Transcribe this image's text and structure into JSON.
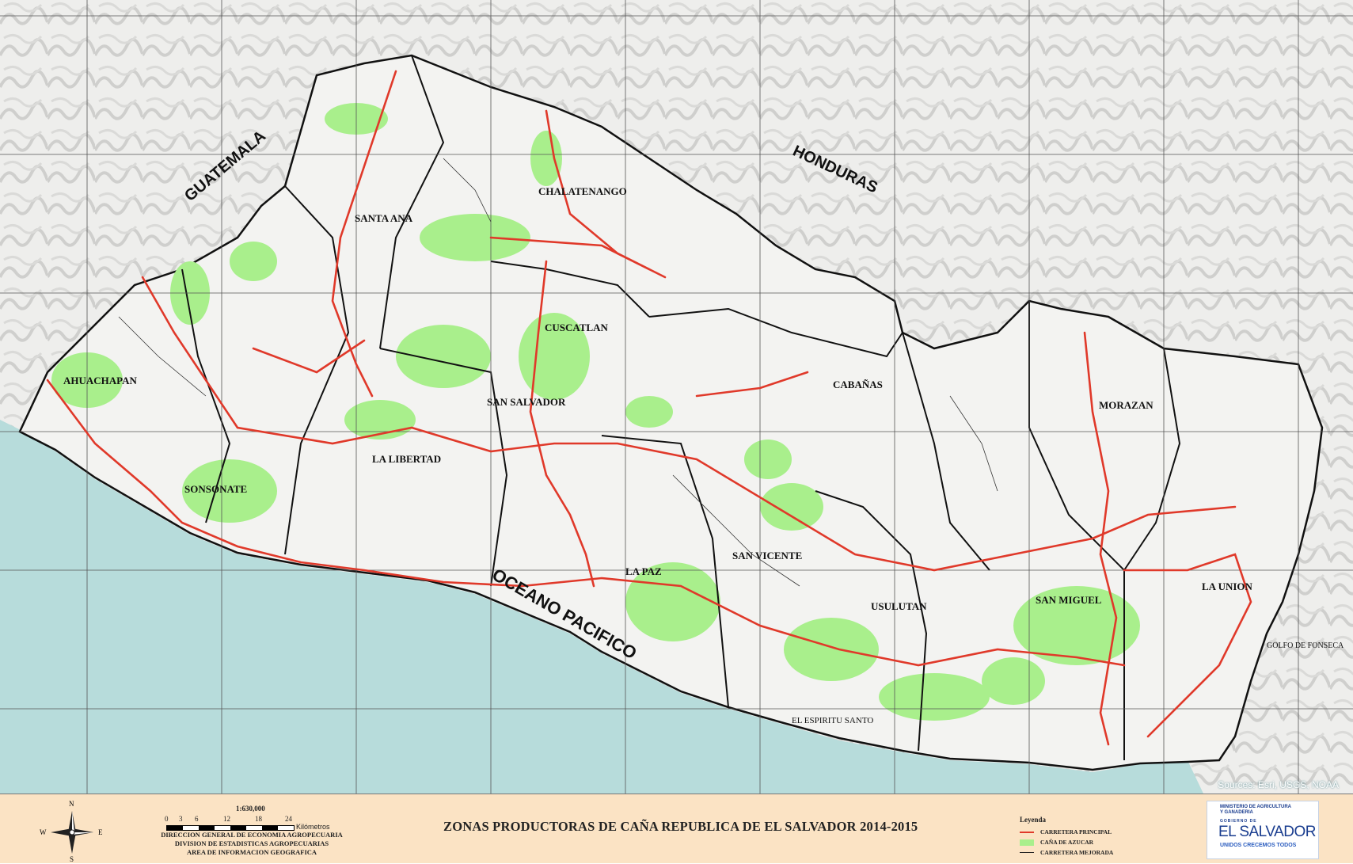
{
  "map": {
    "title": "ZONAS PRODUCTORAS DE CAÑA REPUBLICA DE EL SALVADOR 2014-2015",
    "sources": "Sources: Esri, USGS, NOAA",
    "countries": [
      "GUATEMALA",
      "HONDURAS"
    ],
    "ocean": "OCEANO PACIFICO",
    "gulf": "GOLFO DE FONSECA",
    "departments": [
      "AHUACHAPAN",
      "SANTA ANA",
      "SONSONATE",
      "CHALATENANGO",
      "LA LIBERTAD",
      "SAN SALVADOR",
      "CUSCATLAN",
      "LA PAZ",
      "CABAÑAS",
      "SAN VICENTE",
      "USULUTAN",
      "SAN MIGUEL",
      "MORAZAN",
      "LA UNION"
    ],
    "water_body": "EL ESPIRITU SANTO",
    "colors": {
      "ocean": "#b7dcdb",
      "cane": "#a9ef8c",
      "main_road": "#e0392a",
      "land": "#f3f3f1",
      "terrain": "#c9c9c9"
    }
  },
  "scale": {
    "ratio": "1:630,000",
    "ticks": [
      "0",
      "3",
      "6",
      "12",
      "18",
      "24"
    ],
    "unit": "Kilómetros"
  },
  "compass": {
    "n": "N",
    "s": "S",
    "e": "E",
    "w": "W"
  },
  "agency": {
    "line1": "DIRECCION GENERAL DE ECONOMIA AGROPECUARIA",
    "line2": "DIVISION DE ESTADISTICAS AGROPECUARIAS",
    "line3": "AREA DE INFORMACION GEOGRAFICA"
  },
  "legend": {
    "title": "Leyenda",
    "items": [
      {
        "label": "CARRETERA PRINCIPAL",
        "type": "line",
        "color": "#e0392a"
      },
      {
        "label": "CAÑA DE AZUCAR",
        "type": "fill",
        "color": "#a9ef8c"
      },
      {
        "label": "CARRETERA MEJORADA",
        "type": "line",
        "color": "#222222"
      }
    ]
  },
  "logo": {
    "ministry_line1": "MINISTERIO DE AGRICULTURA",
    "ministry_line2": "Y GANADERIA",
    "gobierno": "GOBIERNO DE",
    "country": "EL SALVADOR",
    "slogan": "UNIDOS CRECEMOS TODOS"
  }
}
